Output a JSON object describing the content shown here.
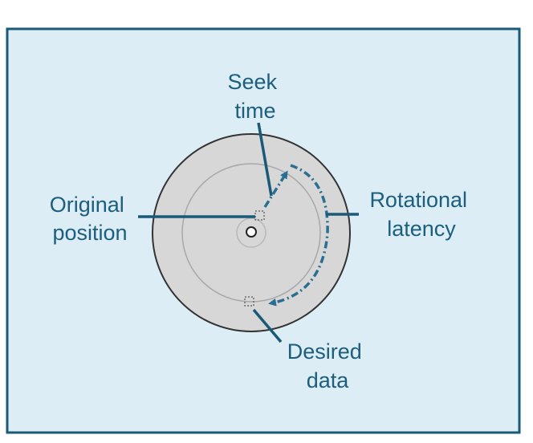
{
  "colors": {
    "panel_background": "#dcedf6",
    "panel_border": "#1a5a78",
    "platter_fill": "#d7d7d7",
    "platter_edge": "#333333",
    "track_circle": "#a8a8a8",
    "leader_line": "#1a5a78",
    "seek_arrow": "#2a6f91",
    "rotation_arrow": "#2a6f91",
    "label_text": "#1c5e7e"
  },
  "labels": {
    "seek_time": [
      "Seek",
      "time"
    ],
    "original_position": [
      "Original",
      "position"
    ],
    "rotational_latency": [
      "Rotational",
      "latency"
    ],
    "desired_data": [
      "Desired",
      "data"
    ]
  }
}
